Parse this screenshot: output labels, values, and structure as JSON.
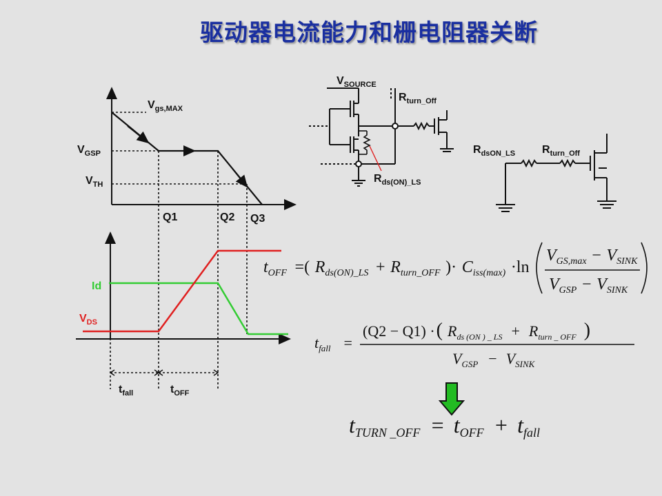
{
  "title": "驱动器电流能力和栅电阻器关断",
  "waveform_top": {
    "vgs_max": {
      "main": "V",
      "sub": "gs,MAX"
    },
    "vgsp": {
      "main": "V",
      "sub": "GSP"
    },
    "vth": {
      "main": "V",
      "sub": "TH"
    },
    "q1": "Q1",
    "q2": "Q2",
    "q3": "Q3"
  },
  "waveform_bottom": {
    "id_label": "Id",
    "vds": {
      "main": "V",
      "sub": "DS"
    },
    "tfall": {
      "main": "t",
      "sub": "fall"
    },
    "toff": {
      "main": "t",
      "sub": "OFF"
    }
  },
  "circuit_left": {
    "vsource": {
      "main": "V",
      "sub": "SOURCE"
    },
    "rturn": {
      "main": "R",
      "sub": "turn_Off"
    },
    "rds": {
      "main": "R",
      "sub": "ds(ON)_LS"
    }
  },
  "circuit_right": {
    "rdson": {
      "main": "R",
      "sub": "dsON_LS"
    },
    "rturn": {
      "main": "R",
      "sub": "turn_Off"
    }
  },
  "eq1": {
    "lhs_main": "t",
    "lhs_sub": "OFF",
    "eq": "=",
    "lp": "(",
    "r1_main": "R",
    "r1_sub": "ds(ON)_LS",
    "plus": "+",
    "r2_main": "R",
    "r2_sub": "turn_OFF",
    "rp_dot": ")·",
    "c_main": "C",
    "c_sub": "iss(max)",
    "ln": "·ln",
    "num_a_main": "V",
    "num_a_sub": "GS,max",
    "minus": "−",
    "num_b_main": "V",
    "num_b_sub": "SINK",
    "den_a_main": "V",
    "den_a_sub": "GSP",
    "den_b_main": "V",
    "den_b_sub": "SINK"
  },
  "eq2": {
    "lhs_main": "t",
    "lhs_sub": "fall",
    "eq": "=",
    "num_left": "(Q2 − Q1) ·",
    "r1_main": "R",
    "r1_sub": "ds (ON ) _ LS",
    "plus": "+",
    "r2_main": "R",
    "r2_sub": "turn _ OFF",
    "den_a_main": "V",
    "den_a_sub": "GSP",
    "minus": "−",
    "den_b_main": "V",
    "den_b_sub": "SINK"
  },
  "eq3": {
    "lhs_main": "t",
    "lhs_sub": "TURN _OFF",
    "eq": "=",
    "a_main": "t",
    "a_sub": "OFF",
    "plus": "+",
    "b_main": "t",
    "b_sub": "fall"
  },
  "colors": {
    "title": "#1a2fa0",
    "id_trace": "#33cc33",
    "vds_trace": "#e02020",
    "arrow": "#22bb22"
  }
}
